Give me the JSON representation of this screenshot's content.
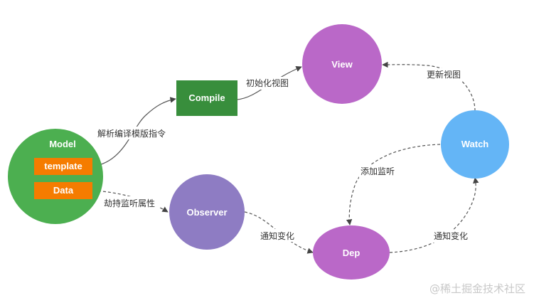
{
  "nodes": {
    "model": {
      "label": "Model",
      "color": "#4caf50"
    },
    "template": {
      "label": "template",
      "color": "#f57c00"
    },
    "data": {
      "label": "Data",
      "color": "#f57c00"
    },
    "compile": {
      "label": "Compile",
      "color": "#388e3c"
    },
    "view": {
      "label": "View",
      "color": "#ba68c8"
    },
    "watch": {
      "label": "Watch",
      "color": "#64b5f6"
    },
    "observer": {
      "label": "Observer",
      "color": "#8e7cc3"
    },
    "dep": {
      "label": "Dep",
      "color": "#ba68c8"
    }
  },
  "edges": {
    "template_compile": "解析编译模版指令",
    "compile_view": "初始化视图",
    "data_observer": "劫持监听属性",
    "observer_dep": "通知变化",
    "watch_dep": "添加监听",
    "dep_watch": "通知变化",
    "watch_view": "更新视图"
  },
  "watermark": "@稀土掘金技术社区"
}
